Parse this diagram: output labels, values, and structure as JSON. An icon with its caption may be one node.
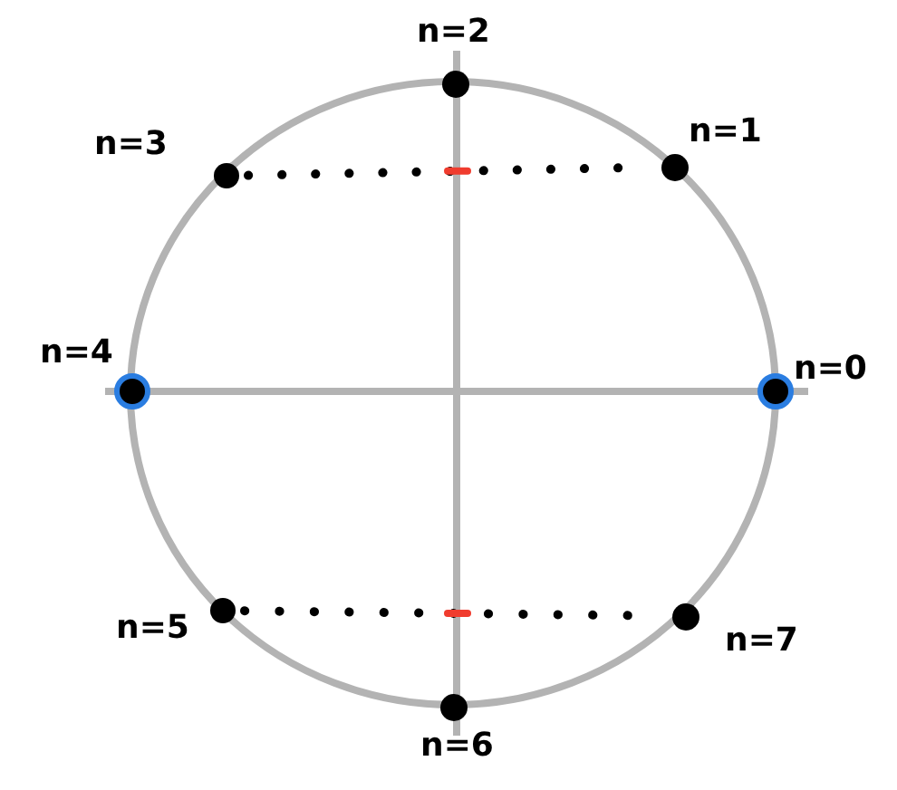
{
  "diagram": {
    "nodes": [
      {
        "text": [],
        "shape": "circle",
        "beside": [
          "n=2"
        ]
      },
      {
        "text": [],
        "shape": "circle",
        "beside": [
          "n=3"
        ]
      },
      {
        "text": [],
        "shape": "circle",
        "beside": [
          "n=1"
        ]
      },
      {
        "text": [],
        "shape": "circle",
        "beside": [
          "n=4"
        ]
      },
      {
        "text": [],
        "shape": "circle",
        "beside": [
          "n=0"
        ]
      },
      {
        "text": [],
        "shape": "circle",
        "beside": [
          "n=5"
        ]
      },
      {
        "text": [],
        "shape": "circle",
        "beside": [
          "n=7"
        ]
      },
      {
        "text": [],
        "shape": "circle",
        "beside": [
          "n=6"
        ]
      }
    ],
    "edges": [
      {
        "from": 1,
        "to": 2,
        "arrow": "none",
        "style": "dashed"
      },
      {
        "from": 5,
        "to": 6,
        "arrow": "none",
        "style": "dashed"
      }
    ]
  }
}
